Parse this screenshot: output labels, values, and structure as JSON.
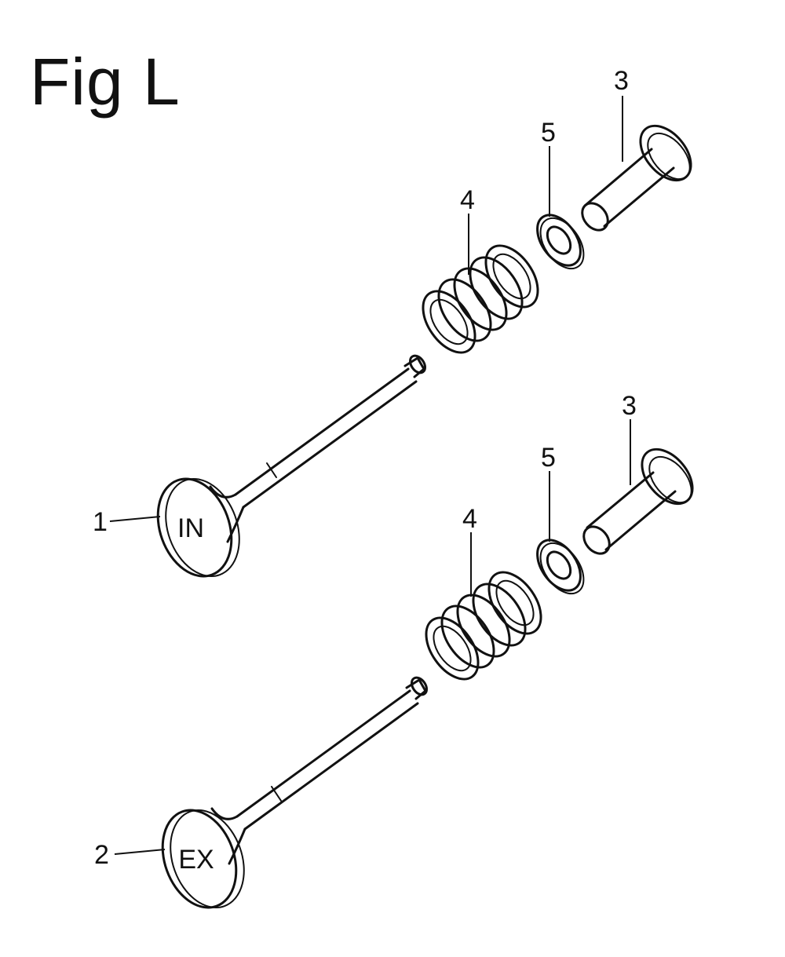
{
  "figure": {
    "title": "Fig L",
    "callouts": {
      "intake_valve": "1",
      "exhaust_valve": "2",
      "valve_guide_top": "3",
      "valve_guide_bottom": "3",
      "valve_spring_top": "4",
      "valve_spring_bottom": "4",
      "retainer_top": "5",
      "retainer_bottom": "5"
    },
    "valve_head_marks": {
      "intake": "IN",
      "exhaust": "EX"
    }
  }
}
